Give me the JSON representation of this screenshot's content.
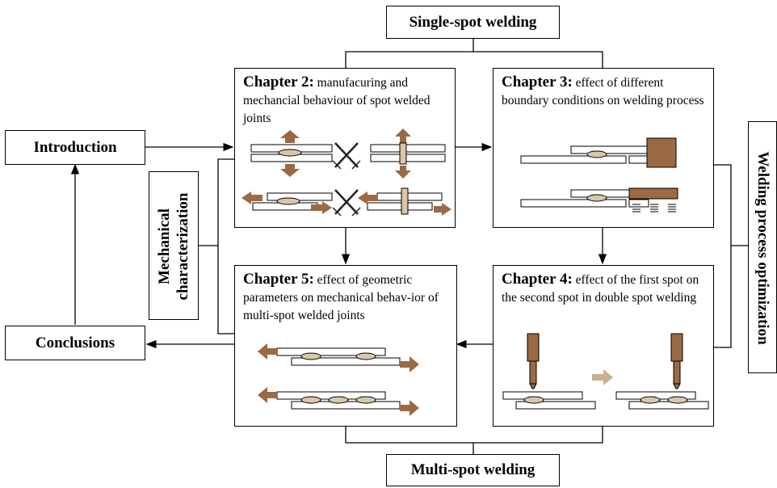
{
  "labels": {
    "single_spot": "Single-spot welding",
    "multi_spot": "Multi-spot welding",
    "introduction": "Introduction",
    "conclusions": "Conclusions",
    "mech_line1": "Mechanical",
    "mech_line2": "characterization",
    "process_opt": "Welding process optimization"
  },
  "chapters": {
    "ch2": {
      "title": "Chapter 2:",
      "text": " manufacuring and mechancial behaviour of spot welded joints"
    },
    "ch3": {
      "title": "Chapter 3:",
      "text": " effect of different boundary conditions on welding process"
    },
    "ch4": {
      "title": "Chapter 4:",
      "text": " effect of the first spot on the second spot in double spot welding"
    },
    "ch5": {
      "title": "Chapter 5:",
      "text": " effect of geometric parameters on mechanical behav-ior of multi-spot welded joints"
    }
  },
  "colors": {
    "brown": "#9a6a45",
    "nugget": "#d9c6a8",
    "light_arrow": "#c8b08f",
    "line": "#000000"
  }
}
